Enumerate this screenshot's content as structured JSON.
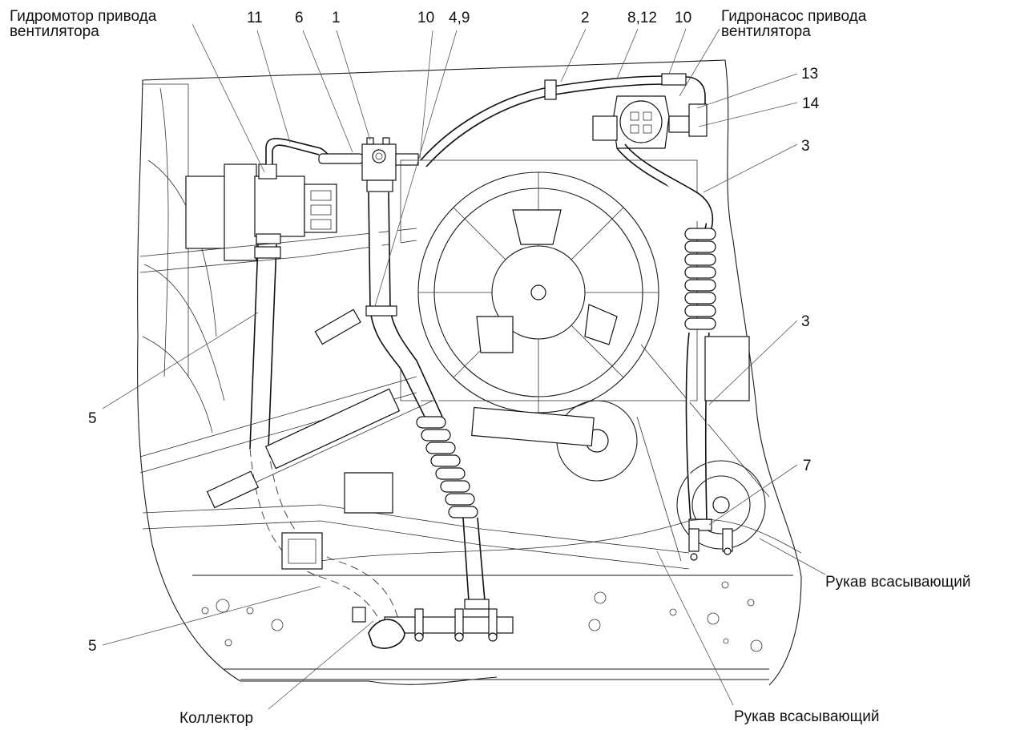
{
  "diagram": {
    "type": "technical-assembly-drawing",
    "subject": "Fan drive hydraulic system",
    "callouts": [
      {
        "id": "motor",
        "lines": [
          "Гидромотор привода",
          "вентилятора"
        ]
      },
      {
        "id": "c11",
        "lines": [
          "11"
        ]
      },
      {
        "id": "c6",
        "lines": [
          "6"
        ]
      },
      {
        "id": "c1",
        "lines": [
          "1"
        ]
      },
      {
        "id": "c10a",
        "lines": [
          "10"
        ]
      },
      {
        "id": "c49",
        "lines": [
          "4,9"
        ]
      },
      {
        "id": "c2",
        "lines": [
          "2"
        ]
      },
      {
        "id": "c812",
        "lines": [
          "8,12"
        ]
      },
      {
        "id": "c10b",
        "lines": [
          "10"
        ]
      },
      {
        "id": "pump",
        "lines": [
          "Гидронасос привода",
          "вентилятора"
        ]
      },
      {
        "id": "c13",
        "lines": [
          "13"
        ]
      },
      {
        "id": "c14",
        "lines": [
          "14"
        ]
      },
      {
        "id": "c3a",
        "lines": [
          "3"
        ]
      },
      {
        "id": "c3b",
        "lines": [
          "3"
        ]
      },
      {
        "id": "c5a",
        "lines": [
          "5"
        ]
      },
      {
        "id": "c7",
        "lines": [
          "7"
        ]
      },
      {
        "id": "suction1",
        "lines": [
          "Рукав всасывающий"
        ]
      },
      {
        "id": "c5b",
        "lines": [
          "5"
        ]
      },
      {
        "id": "collector",
        "lines": [
          "Коллектор"
        ]
      },
      {
        "id": "suction2",
        "lines": [
          "Рукав всасывающий"
        ]
      }
    ]
  }
}
